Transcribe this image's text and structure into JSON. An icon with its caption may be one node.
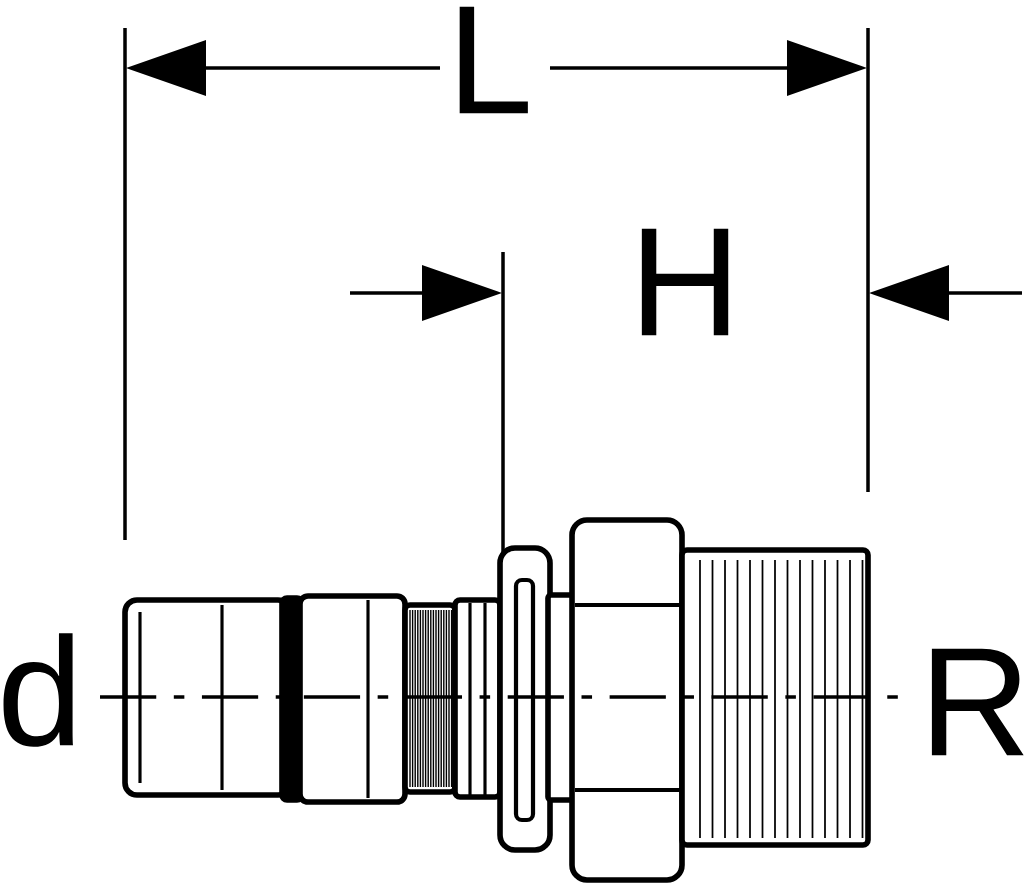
{
  "diagram": {
    "labels": [
      "L",
      "H",
      "d",
      "R"
    ]
  }
}
